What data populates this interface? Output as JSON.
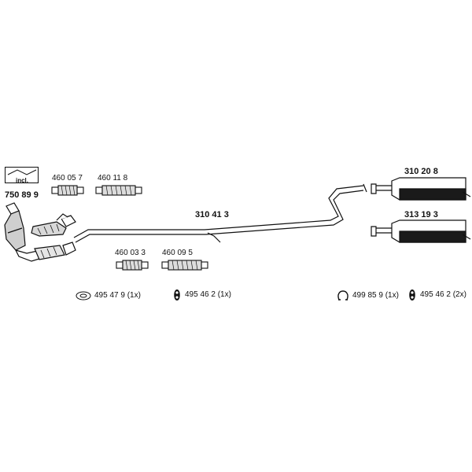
{
  "badge": {
    "text": "incl."
  },
  "parts": {
    "catalytic_converter": "750 89 9",
    "flexpipe_1": "460 05 7",
    "flexpipe_2": "460 11 8",
    "flexpipe_3": "460 03 3",
    "flexpipe_4": "460 09 5",
    "centre_pipe": "310 41 3",
    "rear_silencer_1": "310 20 8",
    "rear_silencer_2": "313 19 3"
  },
  "hardware": {
    "ring_left": "495 47 9 (1x)",
    "hanger_left": "495 46 2 (1x)",
    "ring_right": "499 85 9 (1x)",
    "hanger_right": "495 46 2 (2x)"
  },
  "colors": {
    "line": "#111111",
    "fill": "#ffffff",
    "shade": "#9a9a9a"
  }
}
